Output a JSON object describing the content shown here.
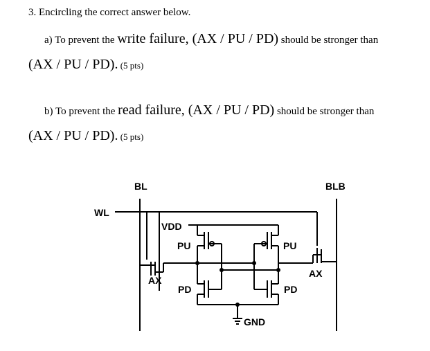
{
  "question": {
    "title": "3.  Encircling the correct answer below.",
    "a": {
      "prefix": "a) To prevent the ",
      "failure": "write failure,",
      "options": " (AX / PU / PD)",
      "mid": " should be stronger than",
      "options2": "(AX / PU / PD).",
      "points": " (5 pts)"
    },
    "b": {
      "prefix": "b) To prevent the ",
      "failure": "read failure,",
      "options": " (AX / PU / PD)",
      "mid": " should be stronger than",
      "options2": "(AX / PU / PD).",
      "points": " (5 pts)"
    }
  },
  "circuit": {
    "bl": "BL",
    "blb": "BLB",
    "wl": "WL",
    "vdd": "VDD",
    "gnd": "GND",
    "pu_left": "PU",
    "pu_right": "PU",
    "pd_left": "PD",
    "pd_right": "PD",
    "ax_left": "AX",
    "ax_right": "AX"
  }
}
